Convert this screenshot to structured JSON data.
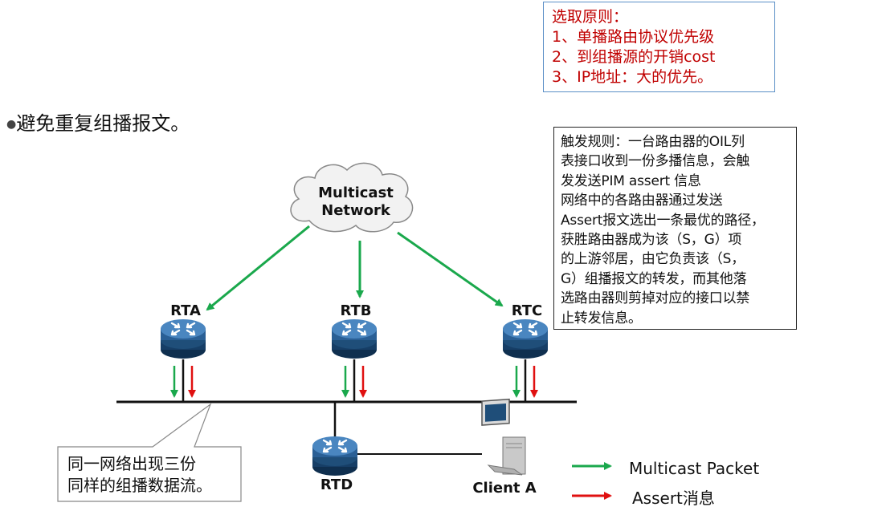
{
  "bullet": "避免重复组播报文。",
  "rules_box": {
    "lines": [
      "选取原则：",
      "1、单播路由协议优先级",
      "2、到组播源的开销cost",
      "3、IP地址：大的优先。"
    ]
  },
  "trigger_box": {
    "lines": [
      "触发规则：一台路由器的OIL列",
      "表接口收到一份多播信息，会触",
      "发发送PIM assert 信息",
      "网络中的各路由器通过发送",
      "Assert报文选出一条最优的路径，",
      "获胜路由器成为该（S，G）项",
      "的上游邻居，由它负责该（S，",
      "G）组播报文的转发，而其他落",
      "选路由器则剪掉对应的接口以禁",
      "止转发信息。"
    ]
  },
  "cloud": {
    "line1": "Multicast",
    "line2": "Network"
  },
  "routers": {
    "rta": "RTA",
    "rtb": "RTB",
    "rtc": "RTC",
    "rtd": "RTD"
  },
  "client": "Client A",
  "callout": {
    "line1": "同一网络出现三份",
    "line2": "同样的组播数据流。"
  },
  "legend": {
    "multicast": "Multicast Packet",
    "assert": "Assert消息"
  },
  "colors": {
    "green": "#1aa84c",
    "red": "#e01010",
    "rules_text": "#c00000",
    "rules_border": "#5b8fc7",
    "router_blue": "#1f4e79"
  }
}
